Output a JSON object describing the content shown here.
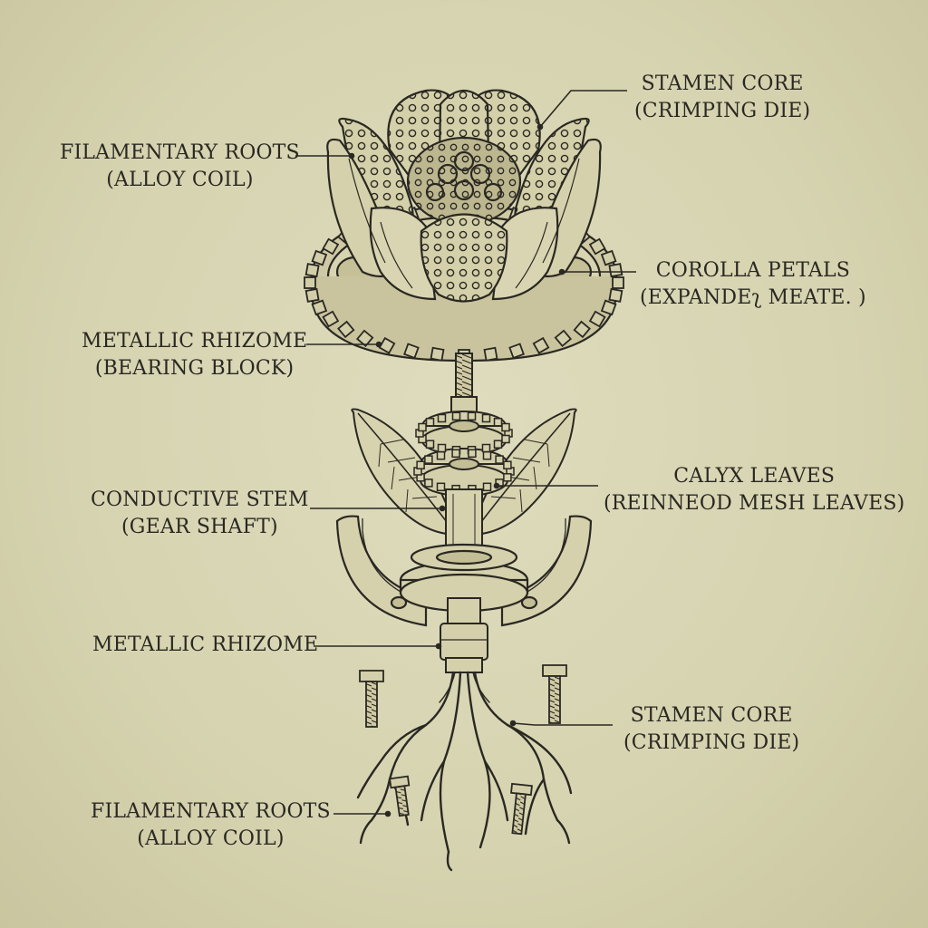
{
  "labels": {
    "stamen_core_top": {
      "line1": "STAMEN CORE",
      "line2": "(CRIMPING DIE)"
    },
    "filamentary_roots_top": {
      "line1": "FILAMENTARY ROOTS",
      "line2": "(ALLOY COIL)"
    },
    "corolla_petals": {
      "line1": "COROLLA PETALS",
      "line2": "(EXPANDEʅ MEATE. )"
    },
    "metallic_rhizome_top": {
      "line1": "METALLIC RHIZOME",
      "line2": "(BEARING BLOCK)"
    },
    "conductive_stem": {
      "line1": "CONDUCTIVE STEM",
      "line2": "(GEAR SHAFT)"
    },
    "calyx_leaves": {
      "line1": "CALYX LEAVES",
      "line2": "(REINNEOD MESH LEAVES)"
    },
    "metallic_rhizome_mid": {
      "line1": "METALLIC RHIZOME"
    },
    "stamen_core_bottom": {
      "line1": "STAMEN CORE",
      "line2": "(CRIMPING DIE)"
    },
    "filamentary_roots_bottom": {
      "line1": "FILAMENTARY ROOTS",
      "line2": "(ALLOY COIL)"
    }
  },
  "colors": {
    "ink": "#2a2822",
    "paper": "#d9d7b6",
    "shade": "#c8c39c"
  }
}
